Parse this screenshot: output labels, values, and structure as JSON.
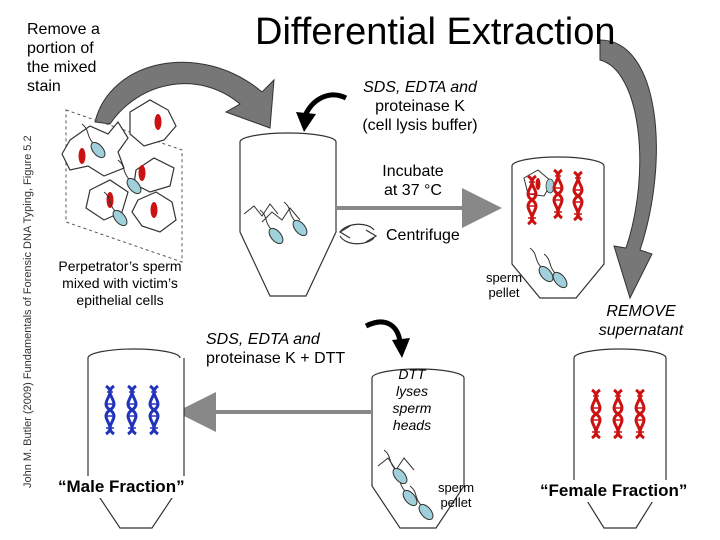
{
  "title": "Differential Extraction",
  "credit": "John M. Butler (2009) Fundamentals of Forensic DNA Typing, Figure 5.2",
  "steps": {
    "remove_portion": [
      "Remove a",
      "portion of",
      "the mixed",
      "stain"
    ],
    "lysis_buffer": [
      "SDS, EDTA and",
      "proteinase K",
      "(cell lysis buffer)"
    ],
    "incubate": [
      "Incubate",
      "at 37 °C"
    ],
    "centrifuge": "Centrifuge",
    "perpetrator": [
      "Perpetrator’s sperm",
      "mixed with victim’s",
      "epithelial cells"
    ],
    "sperm_pellet_top": [
      "sperm",
      "pellet"
    ],
    "remove_supernatant": [
      "REMOVE",
      "supernatant"
    ],
    "sds_dtt": [
      "SDS, EDTA and",
      "proteinase K + DTT"
    ],
    "dtt_lyses": [
      "DTT",
      "lyses",
      "sperm",
      "heads"
    ],
    "sperm_pellet_bottom": [
      "sperm",
      "pellet"
    ]
  },
  "fractions": {
    "male": "“Male Fraction”",
    "female": "“Female Fraction”"
  },
  "colors": {
    "dna_red": "#cc1111",
    "dna_blue": "#2233bb",
    "nucleus": "#cc1111",
    "sperm_head": "#9fd0dc",
    "arrow_gray": "#888888",
    "dashed": "#555555"
  },
  "icons": [
    "curved-arrow-icon",
    "centrifuge-icon",
    "dna-helix-icon",
    "sperm-cell-icon",
    "epithelial-cell-icon"
  ]
}
